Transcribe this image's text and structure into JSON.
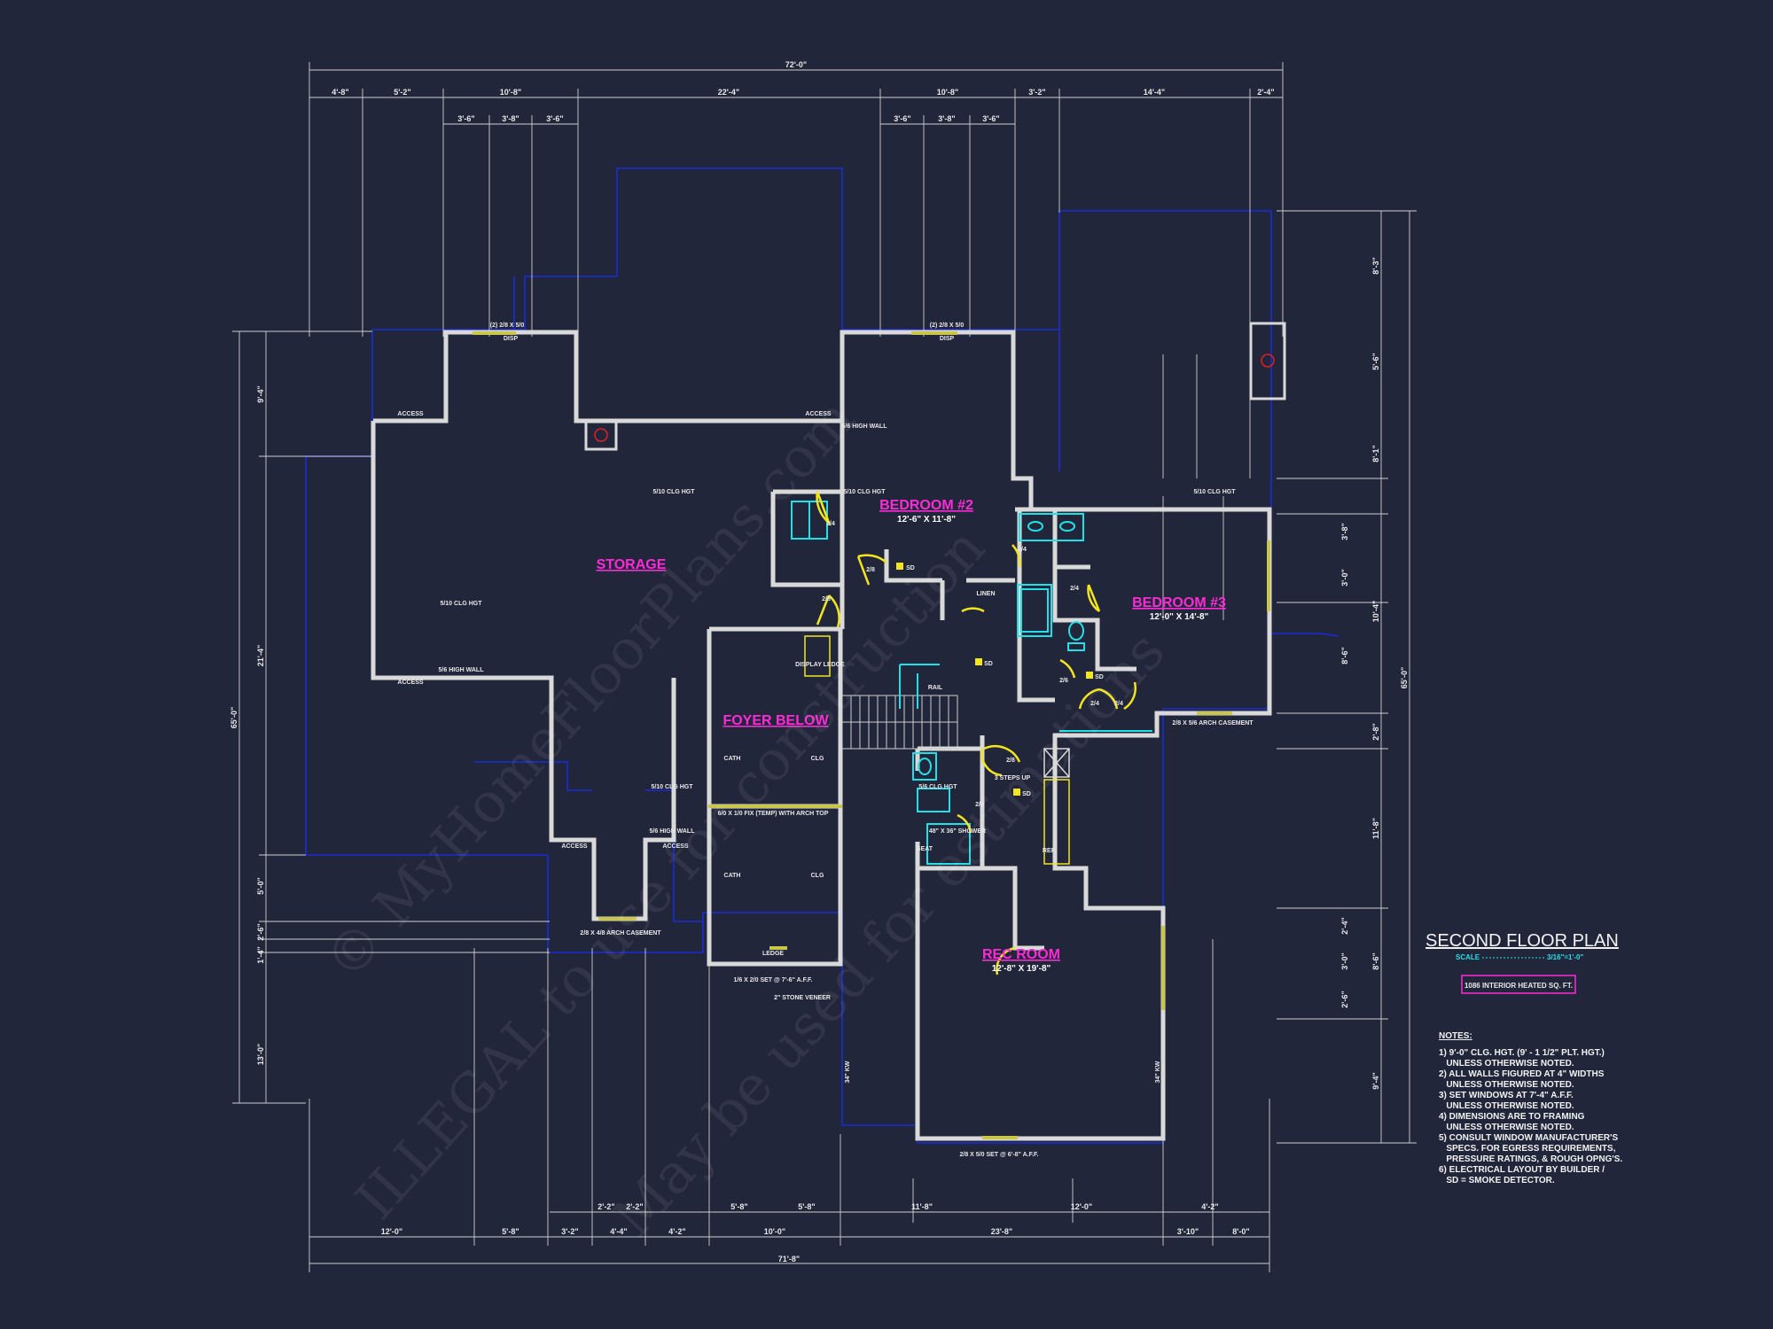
{
  "plan": {
    "title": "SECOND FLOOR PLAN",
    "scale_label": "SCALE",
    "scale_value": "3/16\"=1'-0\"",
    "area_badge": "1086 INTERIOR HEATED SQ. FT."
  },
  "rooms": [
    {
      "key": "storage",
      "label": "STORAGE",
      "size": ""
    },
    {
      "key": "bedroom2",
      "label": "BEDROOM #2",
      "size": "12'-6\" X 11'-8\""
    },
    {
      "key": "bedroom3",
      "label": "BEDROOM #3",
      "size": "12'-0\" X 14'-8\""
    },
    {
      "key": "foyer",
      "label": "FOYER BELOW",
      "size": ""
    },
    {
      "key": "rec",
      "label": "REC ROOM",
      "size": "12'-8\" X 19'-8\""
    }
  ],
  "dimensions": {
    "overall_top": "72'-0\"",
    "top_row": [
      "4'-8\"",
      "5'-2\"",
      "10'-8\"",
      "22'-4\"",
      "10'-8\"",
      "3'-2\"",
      "14'-4\"",
      "2'-4\""
    ],
    "top_sub_left": [
      "3'-6\"",
      "3'-8\"",
      "3'-6\""
    ],
    "top_sub_right": [
      "3'-6\"",
      "3'-8\"",
      "3'-6\""
    ],
    "overall_bottom": "71'-8\"",
    "bottom_row": [
      "12'-0\"",
      "5'-8\"",
      "3'-2\"",
      "4'-4\"",
      "4'-2\"",
      "10'-0\"",
      "23'-8\"",
      "3'-10\"",
      "8'-0\""
    ],
    "bottom_sub": [
      "2'-2\"",
      "2'-2\"",
      "5'-8\"",
      "5'-8\"",
      "11'-8\"",
      "12'-0\"",
      "4'-2\""
    ],
    "left_overall": "65'-0\"",
    "left_row": [
      "9'-4\"",
      "21'-4\"",
      "5'-0\"",
      "2'-6\"",
      "1'-4\"",
      "13'-0\""
    ],
    "right_overall": "65'-0\"",
    "right_row": [
      "8'-3\"",
      "5'-6\"",
      "8'-1\"",
      "3'-8\"",
      "3'-0\"",
      "10'-4\"",
      "8'-6\"",
      "2'-8\"",
      "11'-8\"",
      "2'-4\"",
      "3'-0\"",
      "8'-6\"",
      "2'-6\"",
      "9'-4\""
    ]
  },
  "labels": {
    "access": "ACCESS",
    "disp": "DISP",
    "window_top_left": "(2) 2/8 X 5/0",
    "window_top_right": "(2) 2/8 X 5/0",
    "arch_casement_a": "2/8 X 4/8 ARCH CASEMENT",
    "arch_casement_b": "2/8 X 5/6 ARCH CASEMENT",
    "clg_hgt_510": "5/10 CLG HGT",
    "clg_hgt_510b": "5/10 CLG HGT",
    "clg_hgt_510c": "5/10 CLG HGT",
    "clg_hgt_510d": "5/10 CLG HGT",
    "clg_hgt_510e": "5/10 CLG HGT",
    "high_wall_a": "5/6 HIGH WALL",
    "high_wall_b": "5/6 HIGH WALL",
    "high_wall_c": "5/6 HIGH WALL",
    "clg_hgt_56": "5/6 CLG HGT",
    "linen": "LINEN",
    "rail": "RAIL",
    "cath_a": "CATH",
    "clg_a": "CLG",
    "cath_b": "CATH",
    "clg_b": "CLG",
    "fixed_window": "6/0 X 1/0 FIX (TEMP) WITH ARCH TOP",
    "ledge": "LEDGE",
    "display_ledge": "DISPLAY LEDGE",
    "stone_veneer": "2\" STONE VENEER",
    "set_window": "1/6 X 2/0 SET @ 7'-6\" A.F.F.",
    "set_window_b": "2/8 X 5/0 SET @ 6'-8\" A.F.F.",
    "sd": "SD",
    "steps": "3 STEPS UP",
    "seat": "SEAT",
    "shower": "48\" X 36\" SHOWER",
    "ref": "REF",
    "knee_wall_a": "34\" KW",
    "knee_wall_b": "34\" KW",
    "door_24": "2/4",
    "door_28": "2/8",
    "door_26": "2/6"
  },
  "notes": {
    "heading": "NOTES:",
    "lines": [
      "1) 9'-0\" CLG. HGT. (9' - 1 1/2\" PLT. HGT.)",
      "   UNLESS OTHERWISE NOTED.",
      "2) ALL WALLS FIGURED AT 4\" WIDTHS",
      "   UNLESS OTHERWISE NOTED.",
      "3) SET WINDOWS AT 7'-4\" A.F.F.",
      "   UNLESS OTHERWISE NOTED.",
      "4) DIMENSIONS ARE TO FRAMING",
      "   UNLESS OTHERWISE NOTED.",
      "5) CONSULT WINDOW MANUFACTURER'S",
      "   SPECS. FOR EGRESS REQUIREMENTS,",
      "   PRESSURE RATINGS, & ROUGH OPNG'S.",
      "6) ELECTRICAL LAYOUT BY BUILDER /",
      "   SD = SMOKE DETECTOR."
    ]
  },
  "watermark": {
    "line1": "© MyHomeFloorPlans.com",
    "line2": "ILLEGAL to use for construction",
    "line3": "May be used for estimations"
  },
  "colors": {
    "background": "#22263a",
    "wall": "#d9d9d9",
    "roof_line": "#1b2bd8",
    "room_label": "#ff2bd6",
    "fixture": "#22e0e8",
    "door": "#f2e51f",
    "window": "#c9c64a"
  }
}
